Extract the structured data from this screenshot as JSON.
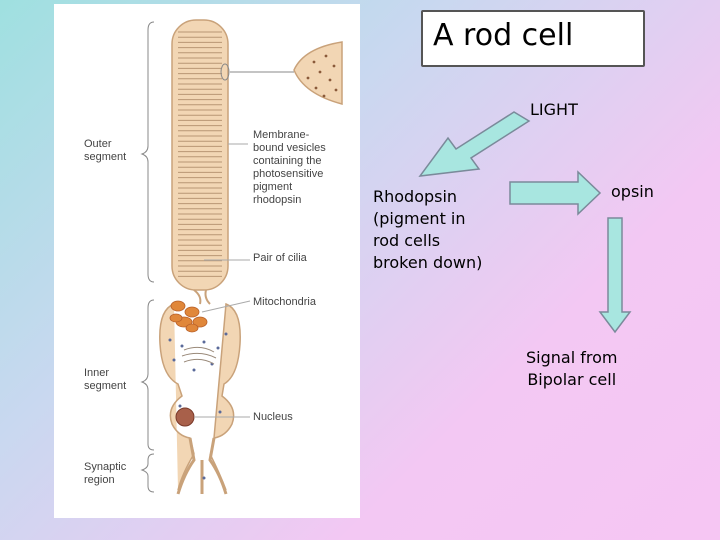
{
  "title": "A rod cell",
  "labels": {
    "outer_segment": [
      "Outer",
      "segment"
    ],
    "inner_segment": [
      "Inner",
      "segment"
    ],
    "synaptic_region": [
      "Synaptic",
      "region"
    ],
    "vesicles": [
      "Membrane-",
      "bound vesicles",
      "containing the",
      "photosensitive",
      "pigment",
      "rhodopsin"
    ],
    "cilia": "Pair of cilia",
    "mitochondria": "Mitochondria",
    "nucleus": "Nucleus"
  },
  "flow": {
    "light": "LIGHT",
    "rhodopsin": [
      "Rhodopsin",
      "(pigment in",
      "rod cells",
      "broken down)"
    ],
    "opsin": "opsin",
    "signal": [
      "Signal from",
      "Bipolar cell"
    ]
  },
  "colors": {
    "arrow_fill": "#a8e6e0",
    "arrow_stroke": "#7a8a9a",
    "cell_fill": "#f2d6b4",
    "cell_stroke": "#c9a27a",
    "mito": "#e0873a",
    "nucleus": "#a8604a"
  }
}
